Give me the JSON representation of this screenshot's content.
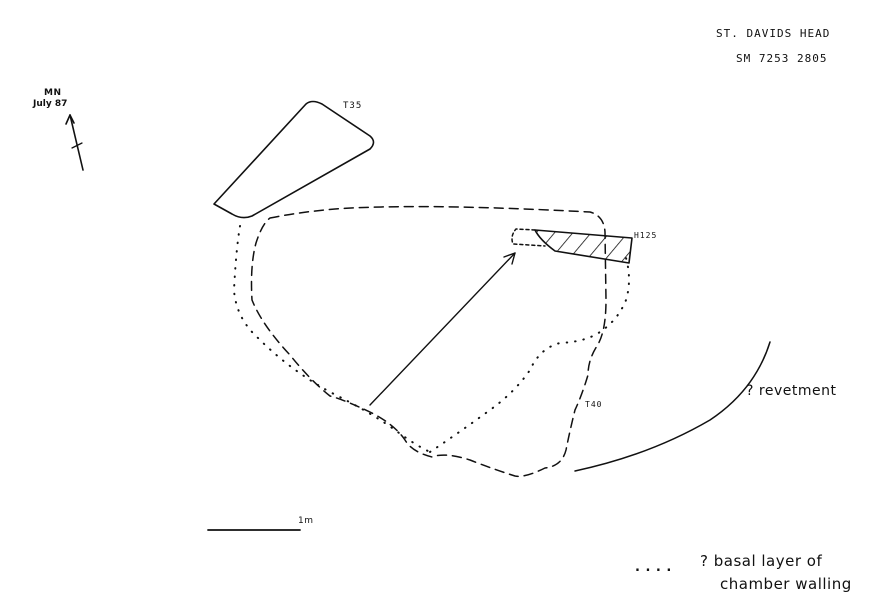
{
  "header": {
    "site_name": "ST. DAVIDS HEAD",
    "grid_ref": "SM 7253 2805"
  },
  "north_arrow": {
    "label": "MN",
    "date": "July 87"
  },
  "features": {
    "stone_t35": "T35",
    "stone_h125": "H125",
    "stone_t40": "T40"
  },
  "scale_bar": {
    "label": "1m"
  },
  "annotations": {
    "revetment": "? revetment",
    "legend_dots": ". . . .",
    "legend_line1": "? basal layer of",
    "legend_line2": "chamber walling"
  },
  "colors": {
    "ink": "#111111",
    "paper": "#ffffff"
  }
}
